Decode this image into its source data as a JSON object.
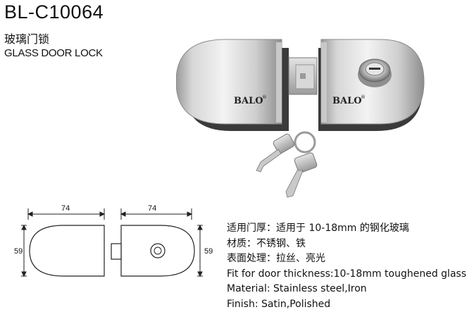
{
  "header": {
    "model": "BL-C10064",
    "title_cn": "玻璃门锁",
    "title_en": "GLASS DOOR LOCK"
  },
  "product": {
    "brand": "BALO",
    "brand_mark": "®"
  },
  "drawing": {
    "left_width": "74",
    "left_height": "59",
    "right_width": "74",
    "right_height": "59"
  },
  "specs": [
    "适用门厚：适用于 10-18mm 的钢化玻璃",
    "材质：不锈钢、铁",
    "表面处理：拉丝、亮光",
    "Fit for door thickness:10-18mm toughened glass",
    "Material: Stainless steel,Iron",
    "Finish: Satin,Polished"
  ],
  "colors": {
    "steel_light": "#eeeeee",
    "steel_mid": "#bdbdbd",
    "steel_dark": "#7a7a7a",
    "text": "#111111"
  }
}
